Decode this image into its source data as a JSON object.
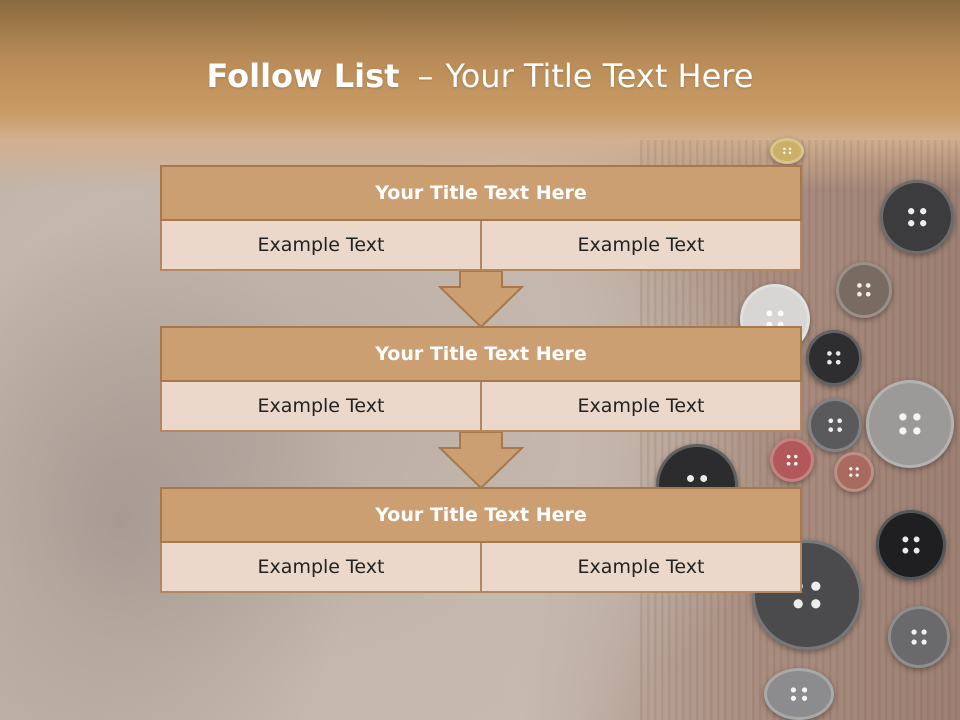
{
  "slide": {
    "title_bold": "Follow List",
    "title_dash": "–",
    "title_rest": "Your Title Text Here"
  },
  "flow": [
    {
      "heading": "Your Title Text Here",
      "cells": [
        "Example Text",
        "Example Text"
      ]
    },
    {
      "heading": "Your Title Text Here",
      "cells": [
        "Example Text",
        "Example Text"
      ]
    },
    {
      "heading": "Your Title Text Here",
      "cells": [
        "Example Text",
        "Example Text"
      ]
    }
  ],
  "colors": {
    "header_fill": "#cc9f72",
    "cell_fill": "#ecd8cb",
    "border": "#a8784d",
    "arrow_fill": "#cc9f72",
    "title_text": "#ffffff"
  },
  "icons": [
    "down-arrow-icon",
    "sewing-button-icon"
  ]
}
